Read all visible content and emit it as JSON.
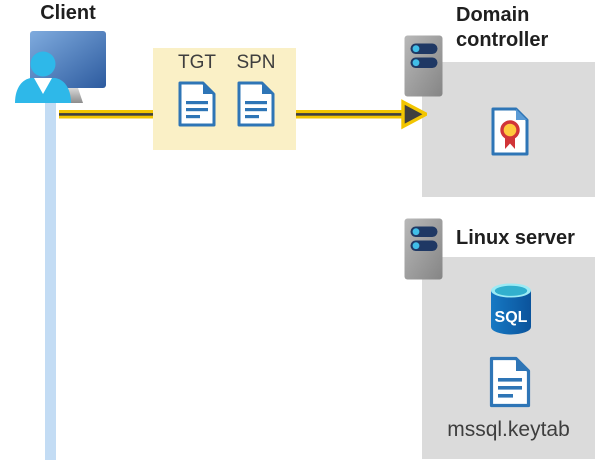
{
  "client": {
    "label": "Client"
  },
  "ticket_box": {
    "tickets": [
      {
        "label": "TGT",
        "icon": "document-icon"
      },
      {
        "label": "SPN",
        "icon": "document-icon"
      }
    ]
  },
  "connection": {
    "type": "arrow",
    "from": "client",
    "to": "domain-controller"
  },
  "domain_controller": {
    "label": "Domain controller",
    "icon": "server-icon",
    "content_icon": "certificate-icon"
  },
  "linux_server": {
    "label": "Linux server",
    "icon": "server-icon",
    "sql_database": {
      "label": "SQL",
      "icon": "sql-database-icon"
    },
    "keytab_file": {
      "label": "mssql.keytab",
      "icon": "document-icon"
    }
  },
  "colors": {
    "arrow_yellow": "#f2c500",
    "arrow_dark": "#3f3f3f",
    "ticket_box_bg": "#faf0c6",
    "server_box_bg": "#dbdbdb",
    "document_blue": "#2e75b6",
    "sql_blue": "#1173bc",
    "sql_top_cyan": "#32b0ce",
    "person_cyan": "#2eb8e9",
    "timeline_blue": "#c3dcf4",
    "server_bar_navy": "#1f3864",
    "certificate_red": "#d13438",
    "certificate_yellow": "#ffc83d",
    "label_dark": "#1f1f1f"
  }
}
